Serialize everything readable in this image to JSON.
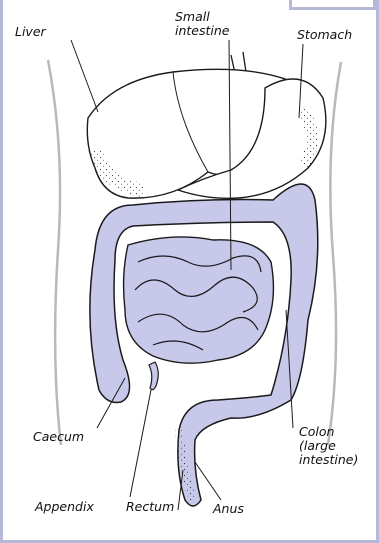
{
  "labels": {
    "liver": "Liver",
    "small_intestine": "Small\nintestine",
    "stomach": "Stomach",
    "caecum": "Caecum",
    "appendix": "Appendix",
    "rectum": "Rectum",
    "anus": "Anus",
    "colon": "Colon\n(large\nintestine)"
  },
  "colors": {
    "organ_fill": "#c7c8ea",
    "organ_outline": "#1a1a1a",
    "frame": "#b5b8d6",
    "body_outline": "#b9b9b9"
  }
}
